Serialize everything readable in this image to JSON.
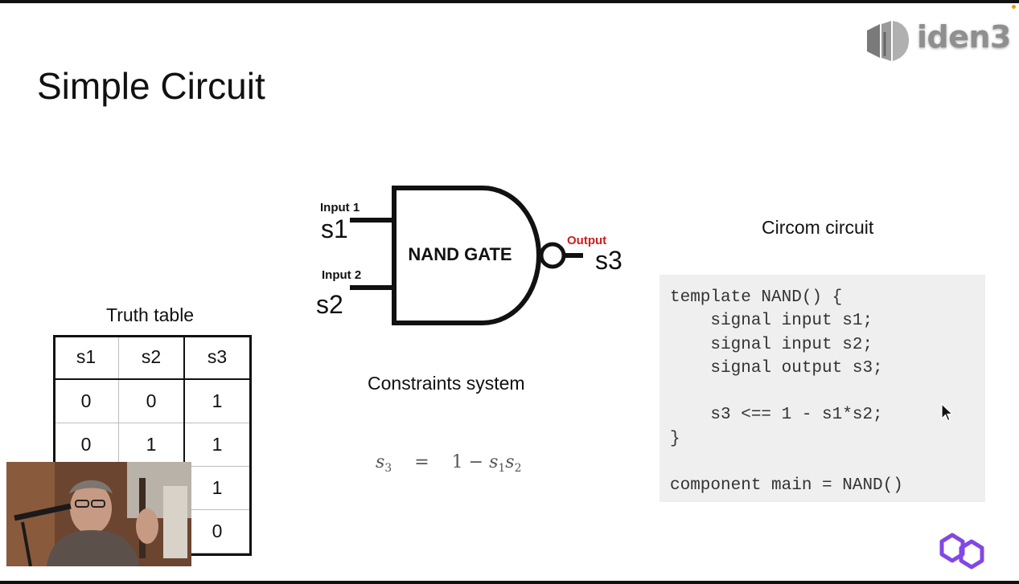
{
  "slide": {
    "title": "Simple Circuit",
    "brand": {
      "logo_text": "iden3",
      "logo_color": "#8f8f8f"
    }
  },
  "gate": {
    "label": "NAND GATE",
    "input1_label": "Input 1",
    "input1_signal": "s1",
    "input2_label": "Input 2",
    "input2_signal": "s2",
    "output_label": "Output",
    "output_signal": "s3",
    "output_label_color": "#cc1f1f"
  },
  "truth_table": {
    "label": "Truth table",
    "headers": [
      "s1",
      "s2",
      "s3"
    ],
    "rows": [
      [
        "0",
        "0",
        "1"
      ],
      [
        "0",
        "1",
        "1"
      ],
      [
        "",
        "",
        "1"
      ],
      [
        "",
        "",
        "0"
      ]
    ]
  },
  "constraints": {
    "label": "Constraints system",
    "lhs": "s",
    "lhs_sub": "3",
    "eq": "=",
    "rhs_const": "1 −",
    "rhs_a": "s",
    "rhs_a_sub": "1",
    "rhs_b": "s",
    "rhs_b_sub": "2"
  },
  "circom": {
    "label": "Circom circuit",
    "lines": [
      "template NAND() {",
      "    signal input s1;",
      "    signal input s2;",
      "    signal output s3;",
      "",
      "    s3 <== 1 - s1*s2;",
      "}",
      "",
      "component main = NAND()"
    ]
  },
  "colors": {
    "code_bg": "#efefef",
    "polygon_purple": "#8247e5"
  }
}
